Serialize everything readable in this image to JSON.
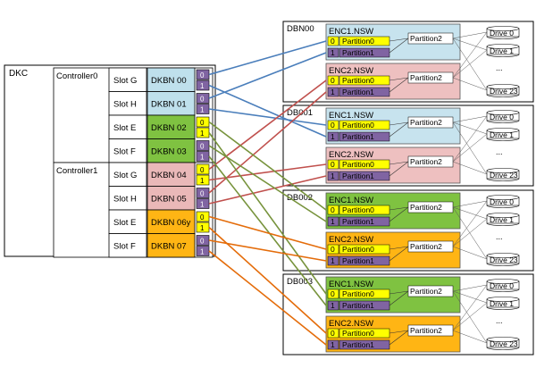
{
  "dkc": {
    "title": "DKC",
    "controllers": [
      {
        "label": "Controller0",
        "slots": [
          {
            "slot": "Slot G",
            "dkbn": "DKBN 00",
            "color": "#bfe0ec",
            "ports": "purple"
          },
          {
            "slot": "Slot H",
            "dkbn": "DKBN 01",
            "color": "#bfe0ec",
            "ports": "purple"
          },
          {
            "slot": "Slot E",
            "dkbn": "DKBN 02",
            "color": "#7fc241",
            "ports": "yellow"
          },
          {
            "slot": "Slot F",
            "dkbn": "DKBN 03",
            "color": "#7fc241",
            "ports": "purple"
          }
        ]
      },
      {
        "label": "Controller1",
        "slots": [
          {
            "slot": "Slot G",
            "dkbn": "DKBN 04",
            "color": "#eab8b8",
            "ports": "yellow"
          },
          {
            "slot": "Slot H",
            "dkbn": "DKBN 05",
            "color": "#eab8b8",
            "ports": "purple"
          },
          {
            "slot": "Slot E",
            "dkbn": "DKBN 06y",
            "color": "#ffb514",
            "ports": "yellow"
          },
          {
            "slot": "Slot F",
            "dkbn": "DKBN 07",
            "color": "#ffb514",
            "ports": "purple"
          }
        ]
      }
    ],
    "port0": "0",
    "port1": "1"
  },
  "dbns": [
    {
      "label": "DBN00",
      "enc_color": "#c7e3ee",
      "encs": [
        {
          "label": "ENC1.NSW",
          "color": "#c7e3ee"
        },
        {
          "label": "ENC2.NSW",
          "color": "#eec0c0"
        }
      ]
    },
    {
      "label": "DB001",
      "enc_color": "#c7e3ee",
      "encs": [
        {
          "label": "ENC1.NSW",
          "color": "#c7e3ee"
        },
        {
          "label": "ENC2.NSW",
          "color": "#eec0c0"
        }
      ]
    },
    {
      "label": "DB002",
      "encs": [
        {
          "label": "ENC1.NSW",
          "color": "#7fc241"
        },
        {
          "label": "ENC2.NSW",
          "color": "#ffb514"
        }
      ]
    },
    {
      "label": "DB003",
      "encs": [
        {
          "label": "ENC1.NSW",
          "color": "#7fc241"
        },
        {
          "label": "ENC2.NSW",
          "color": "#ffb514"
        }
      ]
    }
  ],
  "partition_labels": {
    "p0_num": "0",
    "p0": "Partition0",
    "p1_num": "1",
    "p1": "Partition1",
    "p2": "Partition2"
  },
  "drives": [
    "Drive 0",
    "Drive 1",
    "...",
    "Drive 23"
  ],
  "colors": {
    "blue_link": "#4a7ebb",
    "red_link": "#c0504d",
    "olive_link": "#77933c",
    "orange_link": "#e46c0a",
    "yellow_port": "#ffff00",
    "purple_port": "#8064a2"
  }
}
